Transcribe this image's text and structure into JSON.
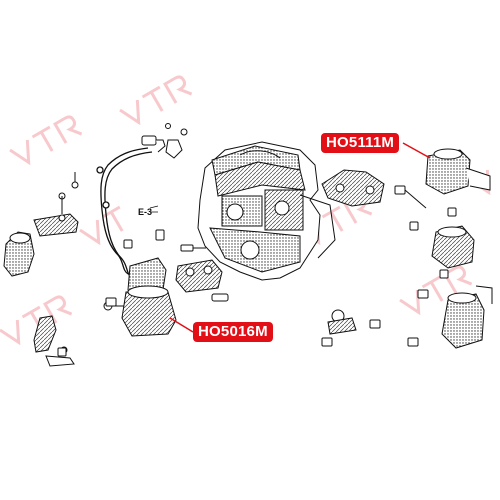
{
  "diagram": {
    "part_labels": [
      {
        "id": "mount-top-right",
        "text": "HO5111M",
        "color": "#e30f17"
      },
      {
        "id": "mount-bottom-center",
        "text": "HO5016M",
        "color": "#e30f17"
      }
    ],
    "reference_labels": [
      {
        "id": "section-ref",
        "text": "E-3"
      }
    ],
    "watermark": {
      "text": "VTR",
      "color": "#f6b7bb"
    },
    "icons": [
      "engine-block-drawing",
      "engine-mount-drawing",
      "bracket-drawing",
      "bolt-drawing",
      "hose-drawing",
      "leader-line"
    ]
  }
}
